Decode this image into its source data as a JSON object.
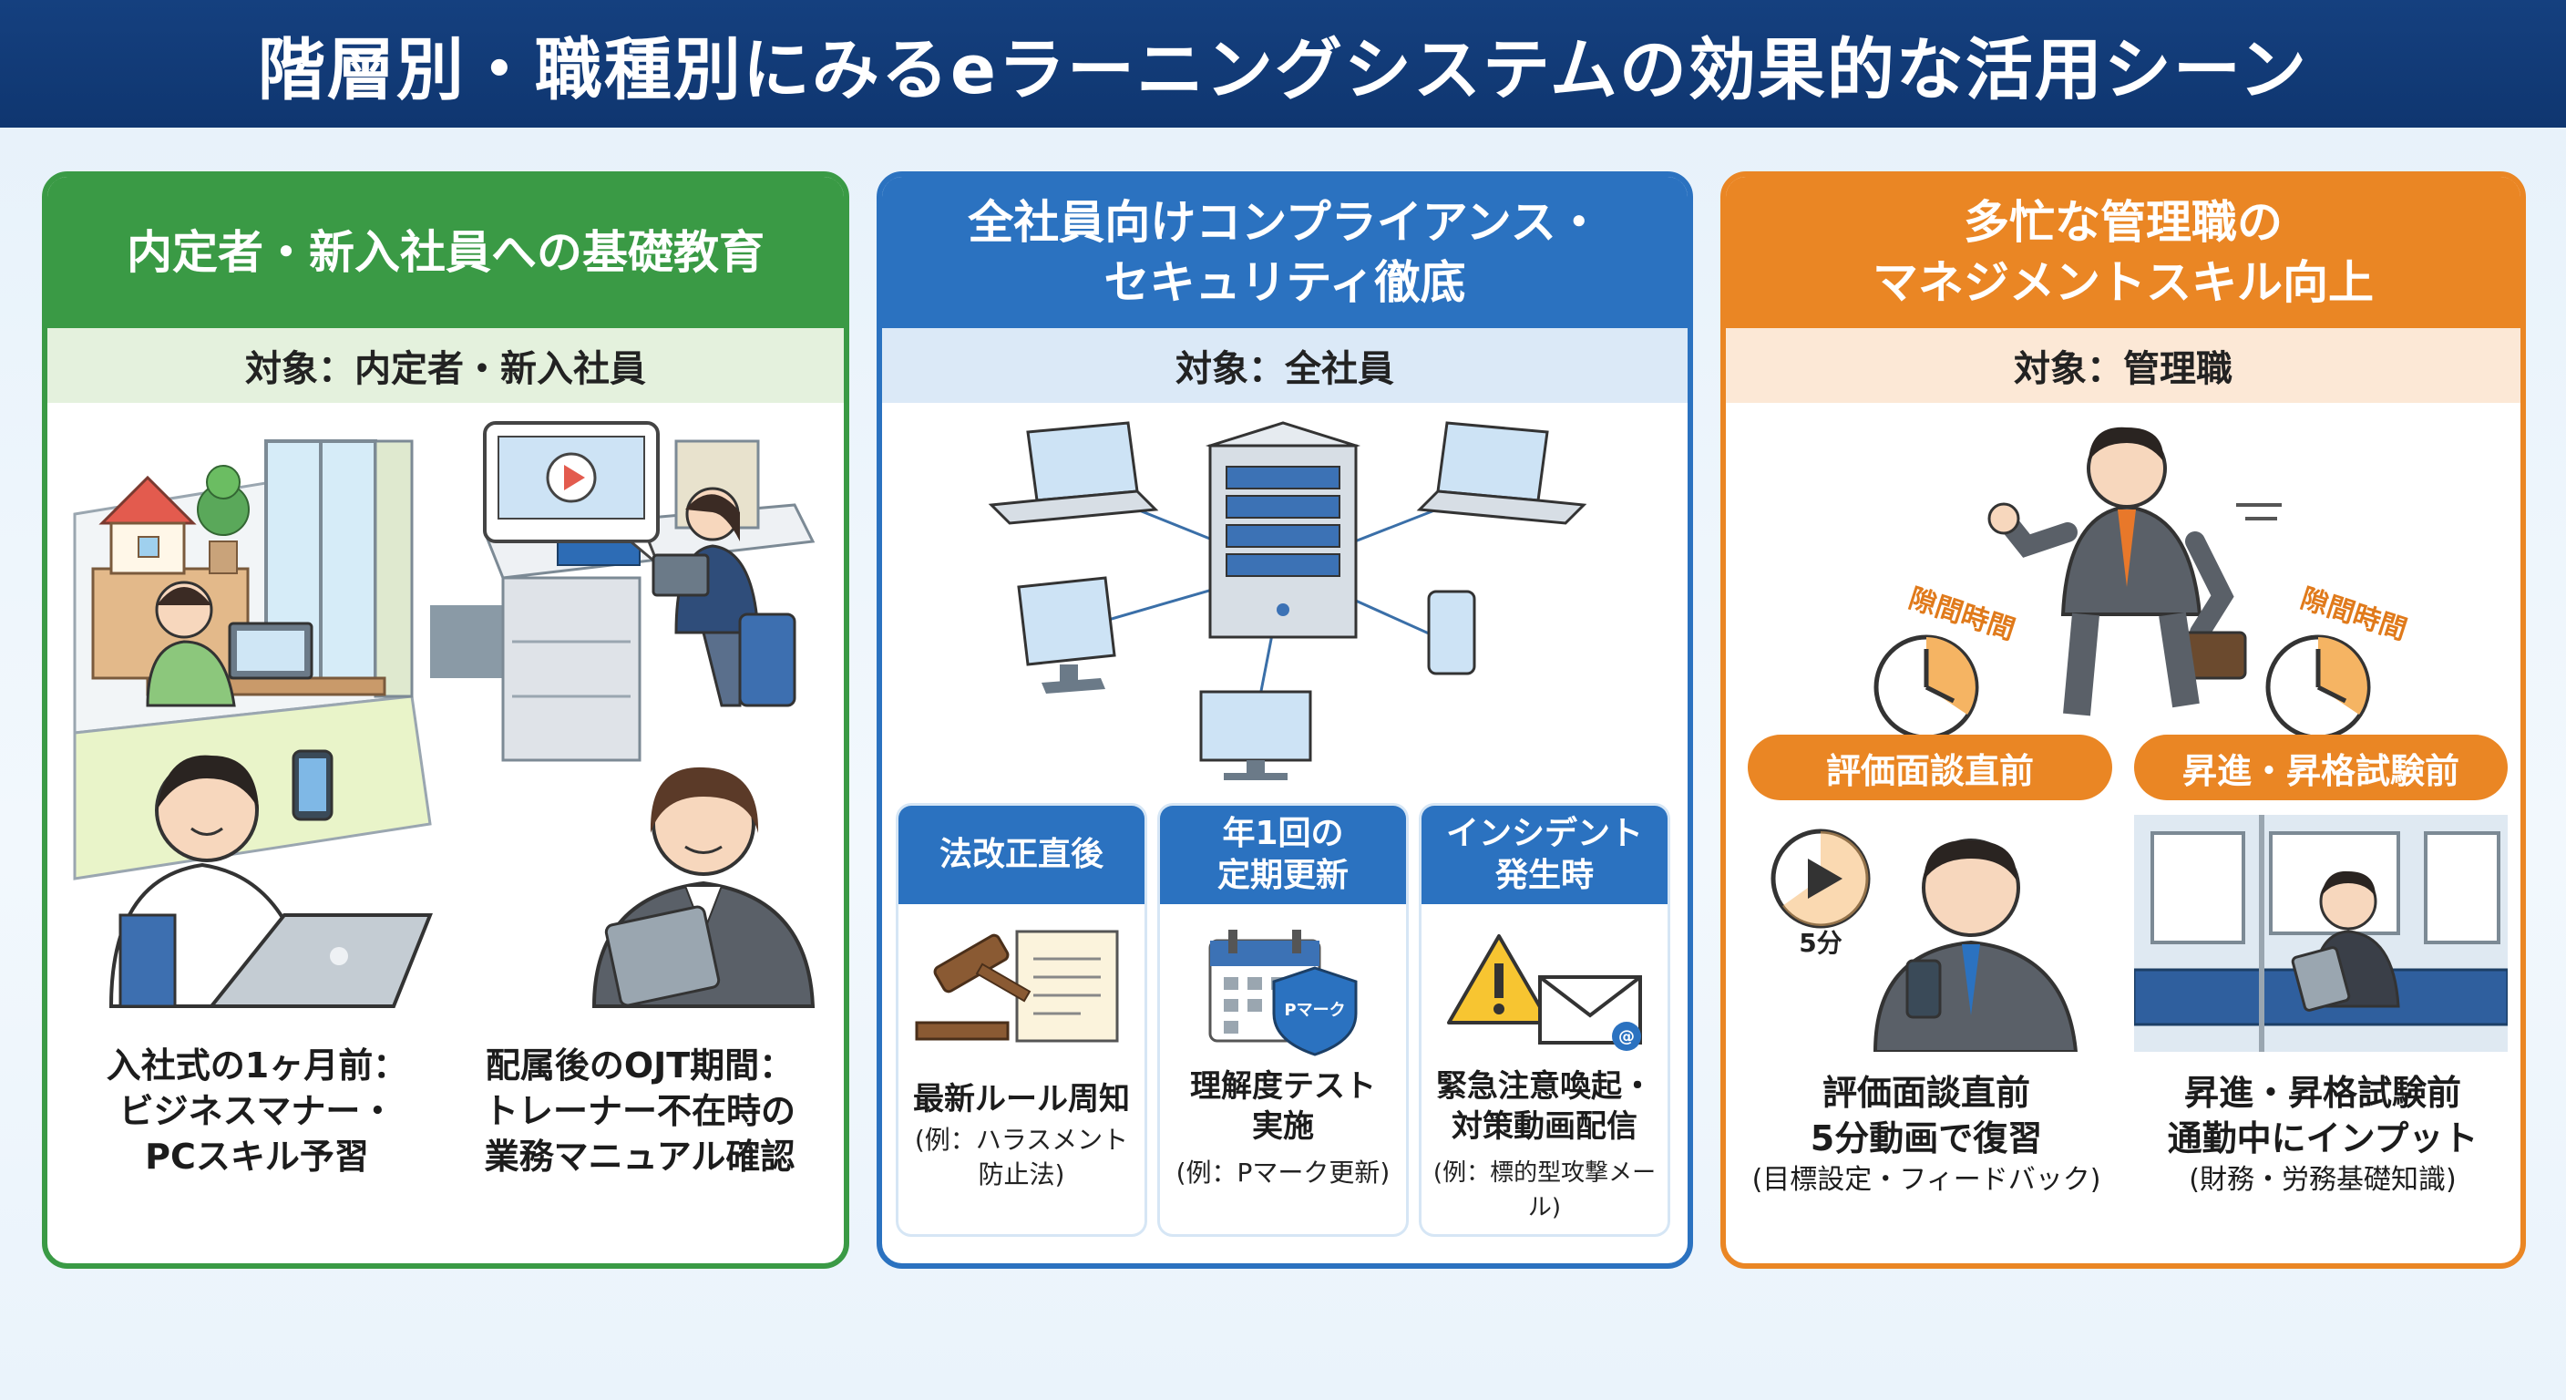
{
  "title": "階層別・職種別にみるeラーニングシステムの効果的な活用シーン",
  "colors": {
    "navy": "#15407f",
    "green": "#3a9a45",
    "blue": "#2b72c0",
    "orange": "#ea8624"
  },
  "panel1": {
    "heading": "内定者・新入社員への基礎教育",
    "target": "対象：内定者・新入社員",
    "caption_left": [
      "入社式の1ヶ月前：",
      "ビジネスマナー・",
      "PCスキル予習"
    ],
    "caption_right": [
      "配属後のOJT期間：",
      "トレーナー不在時の",
      "業務マニュアル確認"
    ]
  },
  "panel2": {
    "heading": [
      "全社員向けコンプライアンス・",
      "セキュリティ徹底"
    ],
    "target": "対象：全社員",
    "cards": [
      {
        "head": [
          "法改正直後"
        ],
        "text": [
          "最新ルール周知"
        ],
        "note": [
          "(例：ハラスメント",
          "防止法)"
        ]
      },
      {
        "head": [
          "年1回の",
          "定期更新"
        ],
        "text": [
          "理解度テスト",
          "実施"
        ],
        "note": [
          "(例：Pマーク更新)"
        ],
        "badge": "Pマーク"
      },
      {
        "head": [
          "インシデント",
          "発生時"
        ],
        "text": [
          "緊急注意喚起・",
          "対策動画配信"
        ],
        "note": [
          "(例：標的型攻撃メール)"
        ]
      }
    ]
  },
  "panel3": {
    "heading": [
      "多忙な管理職の",
      "マネジメントスキル向上"
    ],
    "target": "対象：管理職",
    "gap_label": "隙間時間",
    "pill_left": "評価面談直前",
    "pill_right": "昇進・昇格試験前",
    "timer_label": "5分",
    "caption_left": [
      "評価面談直前",
      "5分動画で復習"
    ],
    "note_left": "(目標設定・フィードバック)",
    "caption_right": [
      "昇進・昇格試験前",
      "通勤中にインプット"
    ],
    "note_right": "(財務・労務基礎知識)"
  }
}
